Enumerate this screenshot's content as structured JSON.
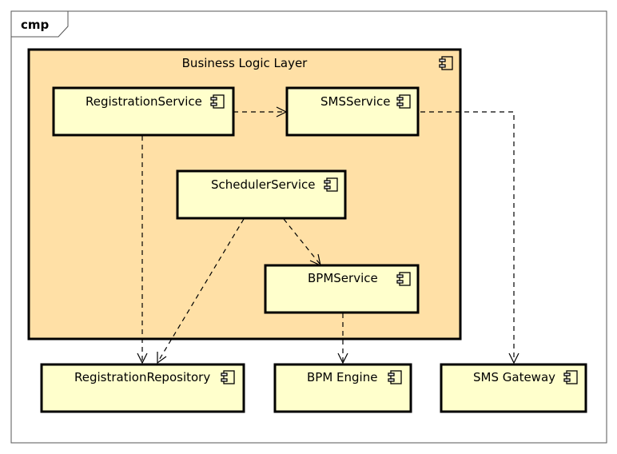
{
  "frame": {
    "label": "cmp"
  },
  "layer": {
    "label": "Business Logic Layer"
  },
  "components": {
    "registration_service": "RegistrationService",
    "sms_service": "SMSService",
    "scheduler_service": "SchedulerService",
    "bpm_service": "BPMService",
    "registration_repository": "RegistrationRepository",
    "bpm_engine": "BPM Engine",
    "sms_gateway": "SMS Gateway"
  },
  "icon": "component-icon"
}
